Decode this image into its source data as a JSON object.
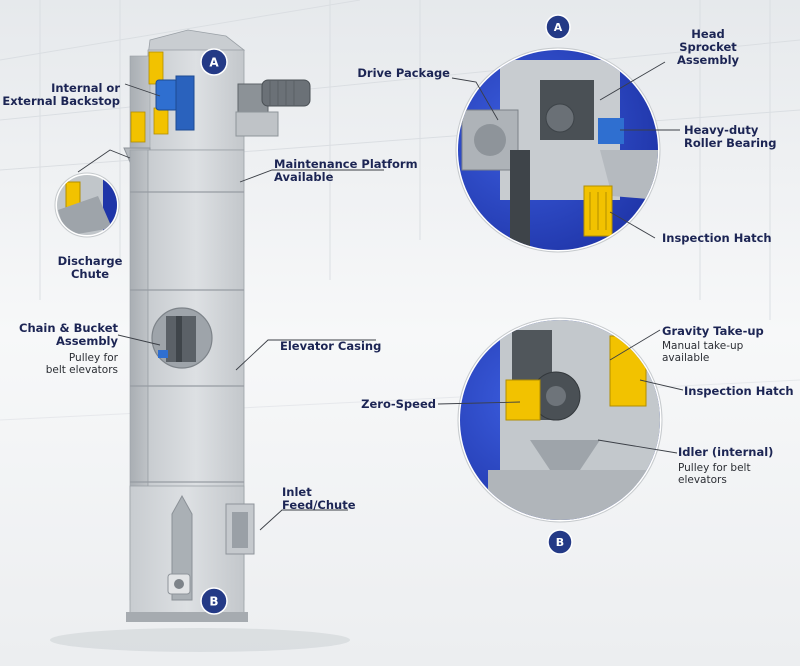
{
  "colors": {
    "navy": "#1f2a5e",
    "text_navy": "#1c2554",
    "blue_panel": "#2a47c8",
    "badge_blue": "#243a86",
    "yellow": "#f2c200",
    "drive_blue": "#2f6fd0",
    "steel_light": "#d2d6da",
    "steel_mid": "#b9bec3",
    "steel_dark": "#8e949a",
    "background": "#f3f4f6",
    "leader": "#3b3f46"
  },
  "badges": {
    "a_main": "A",
    "b_main": "B",
    "a_detail": "A",
    "b_detail": "B"
  },
  "callouts": {
    "internal_backstop": "Internal or\nExternal Backstop",
    "maintenance_platform": "Maintenance Platform\nAvailable",
    "discharge_chute": "Discharge\nChute",
    "chain_bucket": "Chain & Bucket\nAssembly",
    "chain_bucket_sub": "Pulley for\nbelt elevators",
    "elevator_casing": "Elevator Casing",
    "inlet_feed": "Inlet\nFeed/Chute",
    "drive_package": "Drive Package",
    "head_sprocket": "Head\nSprocket\nAssembly",
    "heavy_duty_bearing": "Heavy-duty\nRoller Bearing",
    "inspection_hatch_a": "Inspection Hatch",
    "gravity_takeup": "Gravity Take-up",
    "gravity_takeup_sub": "Manual take-up\navailable",
    "inspection_hatch_b": "Inspection Hatch",
    "zero_speed": "Zero-Speed",
    "idler": "Idler (internal)",
    "idler_sub": "Pulley for belt\nelevators"
  }
}
